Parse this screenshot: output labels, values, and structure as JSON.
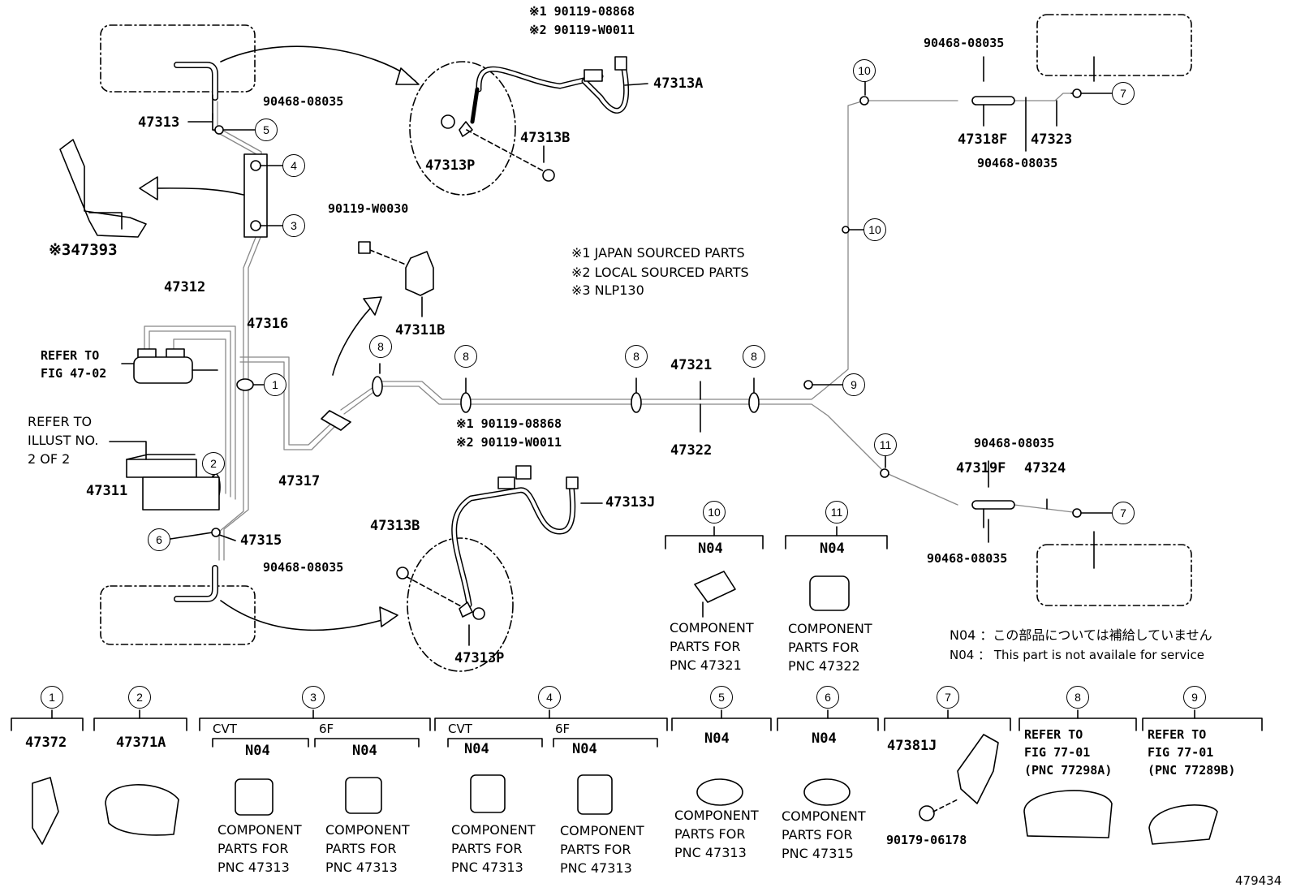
{
  "diagram_id": "479434",
  "legend": {
    "note1": "※1 JAPAN SOURCED PARTS",
    "note2": "※2 LOCAL SOURCED PARTS",
    "note3": "※3 NLP130"
  },
  "n04_notes": {
    "jp": "N04 ：この部品については補給していません",
    "en": "N04 ： This part is not availale for service"
  },
  "parts": {
    "p47313": "47313",
    "p90468_a": "90468-08035",
    "p90468_b": "90468-08035",
    "p90468_c": "90468-08035",
    "p90468_d": "90468-08035",
    "p90468_e": "90468-08035",
    "p90468_f": "90468-08035",
    "p47393": "※347393",
    "p47312": "47312",
    "p47316": "47316",
    "p47317": "47317",
    "p47311": "47311",
    "p47315": "47315",
    "p47313A": "47313A",
    "p47313B_top": "47313B",
    "p47313P_top": "47313P",
    "p47313B_bot": "47313B",
    "p47313P_bot": "47313P",
    "p47313J": "47313J",
    "p90119_w0030": "90119-W0030",
    "p47311B": "47311B",
    "p47321": "47321",
    "p47322": "47322",
    "p47318F": "47318F",
    "p47323": "47323",
    "p47319F": "47319F",
    "p47324": "47324",
    "top_sourced_1": "※1 90119-08868",
    "top_sourced_2": "※2 90119-W0011",
    "mid_sourced_1": "※1 90119-08868",
    "mid_sourced_2": "※2 90119-W0011"
  },
  "refer_fig": {
    "line1": "REFER TO",
    "line2": "FIG 47-02"
  },
  "refer_illust": {
    "line1": "REFER TO",
    "line2": "ILLUST NO.",
    "line3": "2 OF 2"
  },
  "callouts": {
    "c1": "1",
    "c2": "2",
    "c3": "3",
    "c4": "4",
    "c5": "5",
    "c6": "6",
    "c7": "7",
    "c8": "8",
    "c9": "9",
    "c10": "10",
    "c11": "11"
  },
  "mid_groups": {
    "g10": {
      "num": "10",
      "code": "N04",
      "cap1": "COMPONENT",
      "cap2": "PARTS FOR",
      "cap3": "PNC 47321"
    },
    "g11": {
      "num": "11",
      "code": "N04",
      "cap1": "COMPONENT",
      "cap2": "PARTS FOR",
      "cap3": "PNC 47322"
    }
  },
  "bottom_groups": {
    "g1": {
      "num": "1",
      "part": "47372"
    },
    "g2": {
      "num": "2",
      "part": "47371A"
    },
    "g3": {
      "num": "3",
      "left_tag": "CVT",
      "right_tag": "6F",
      "code_left": "N04",
      "code_right": "N04",
      "cap1": "COMPONENT",
      "cap2": "PARTS FOR",
      "cap3": "PNC 47313"
    },
    "g4": {
      "num": "4",
      "left_tag": "CVT",
      "right_tag": "6F",
      "code_left": "N04",
      "code_right": "N04",
      "cap1": "COMPONENT",
      "cap2": "PARTS FOR",
      "cap3": "PNC 47313"
    },
    "g5": {
      "num": "5",
      "code": "N04",
      "cap1": "COMPONENT",
      "cap2": "PARTS FOR",
      "cap3": "PNC 47313"
    },
    "g6": {
      "num": "6",
      "code": "N04",
      "cap1": "COMPONENT",
      "cap2": "PARTS FOR",
      "cap3": "PNC 47315"
    },
    "g7": {
      "num": "7",
      "part_a": "47381J",
      "part_b": "90179-06178"
    },
    "g8": {
      "num": "8",
      "l1": "REFER TO",
      "l2": "FIG 77-01",
      "l3": "(PNC 77298A)"
    },
    "g9": {
      "num": "9",
      "l1": "REFER TO",
      "l2": "FIG 77-01",
      "l3": "(PNC 77289B)"
    }
  }
}
